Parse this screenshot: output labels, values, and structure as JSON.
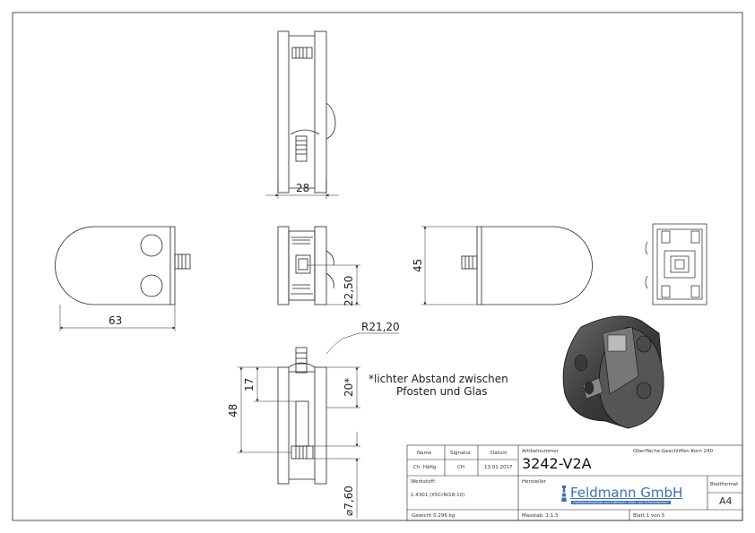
{
  "dimensions": {
    "top_width": "28",
    "left_width": "63",
    "center_height": "22,50",
    "right_height": "45",
    "radius": "R21,20",
    "bottom_17": "17",
    "bottom_48": "48",
    "bottom_20": "20*",
    "bottom_diameter": "⌀7,60"
  },
  "note": {
    "line1": "*lichter Abstand zwischen",
    "line2": "Pfosten und Glas"
  },
  "title_block": {
    "name_label": "Name",
    "signature_label": "Signatur",
    "date_label": "Datum",
    "name_value": "Ch. Häfig",
    "signature_value": "CH",
    "date_value": "13.01.2017",
    "article_label": "Artikelnummer",
    "article_value": "3242-V2A",
    "surface_label": "Oberfläche:",
    "surface_value": "Geschliffen Korn 240",
    "material_label": "Werkstoff:",
    "material_value": "1.4301 (X5CrNi18-10)",
    "manufacturer_label": "Hersteller",
    "logo_text": "Feldmann GmbH",
    "logo_sub": "Großhandelspreise aus Edelstahl, Stahl und Schmiedeeisen",
    "sheetformat_label": "Blattformat",
    "sheetformat_value": "A4",
    "weight": "Gewicht 0.296 kg",
    "scale": "Masstab: 1:1.5",
    "sheet": "Blatt 1 von 5"
  },
  "colors": {
    "line": "#222222",
    "logo_blue": "#3b6fb6",
    "shade_dark": "#3c3c3c"
  }
}
